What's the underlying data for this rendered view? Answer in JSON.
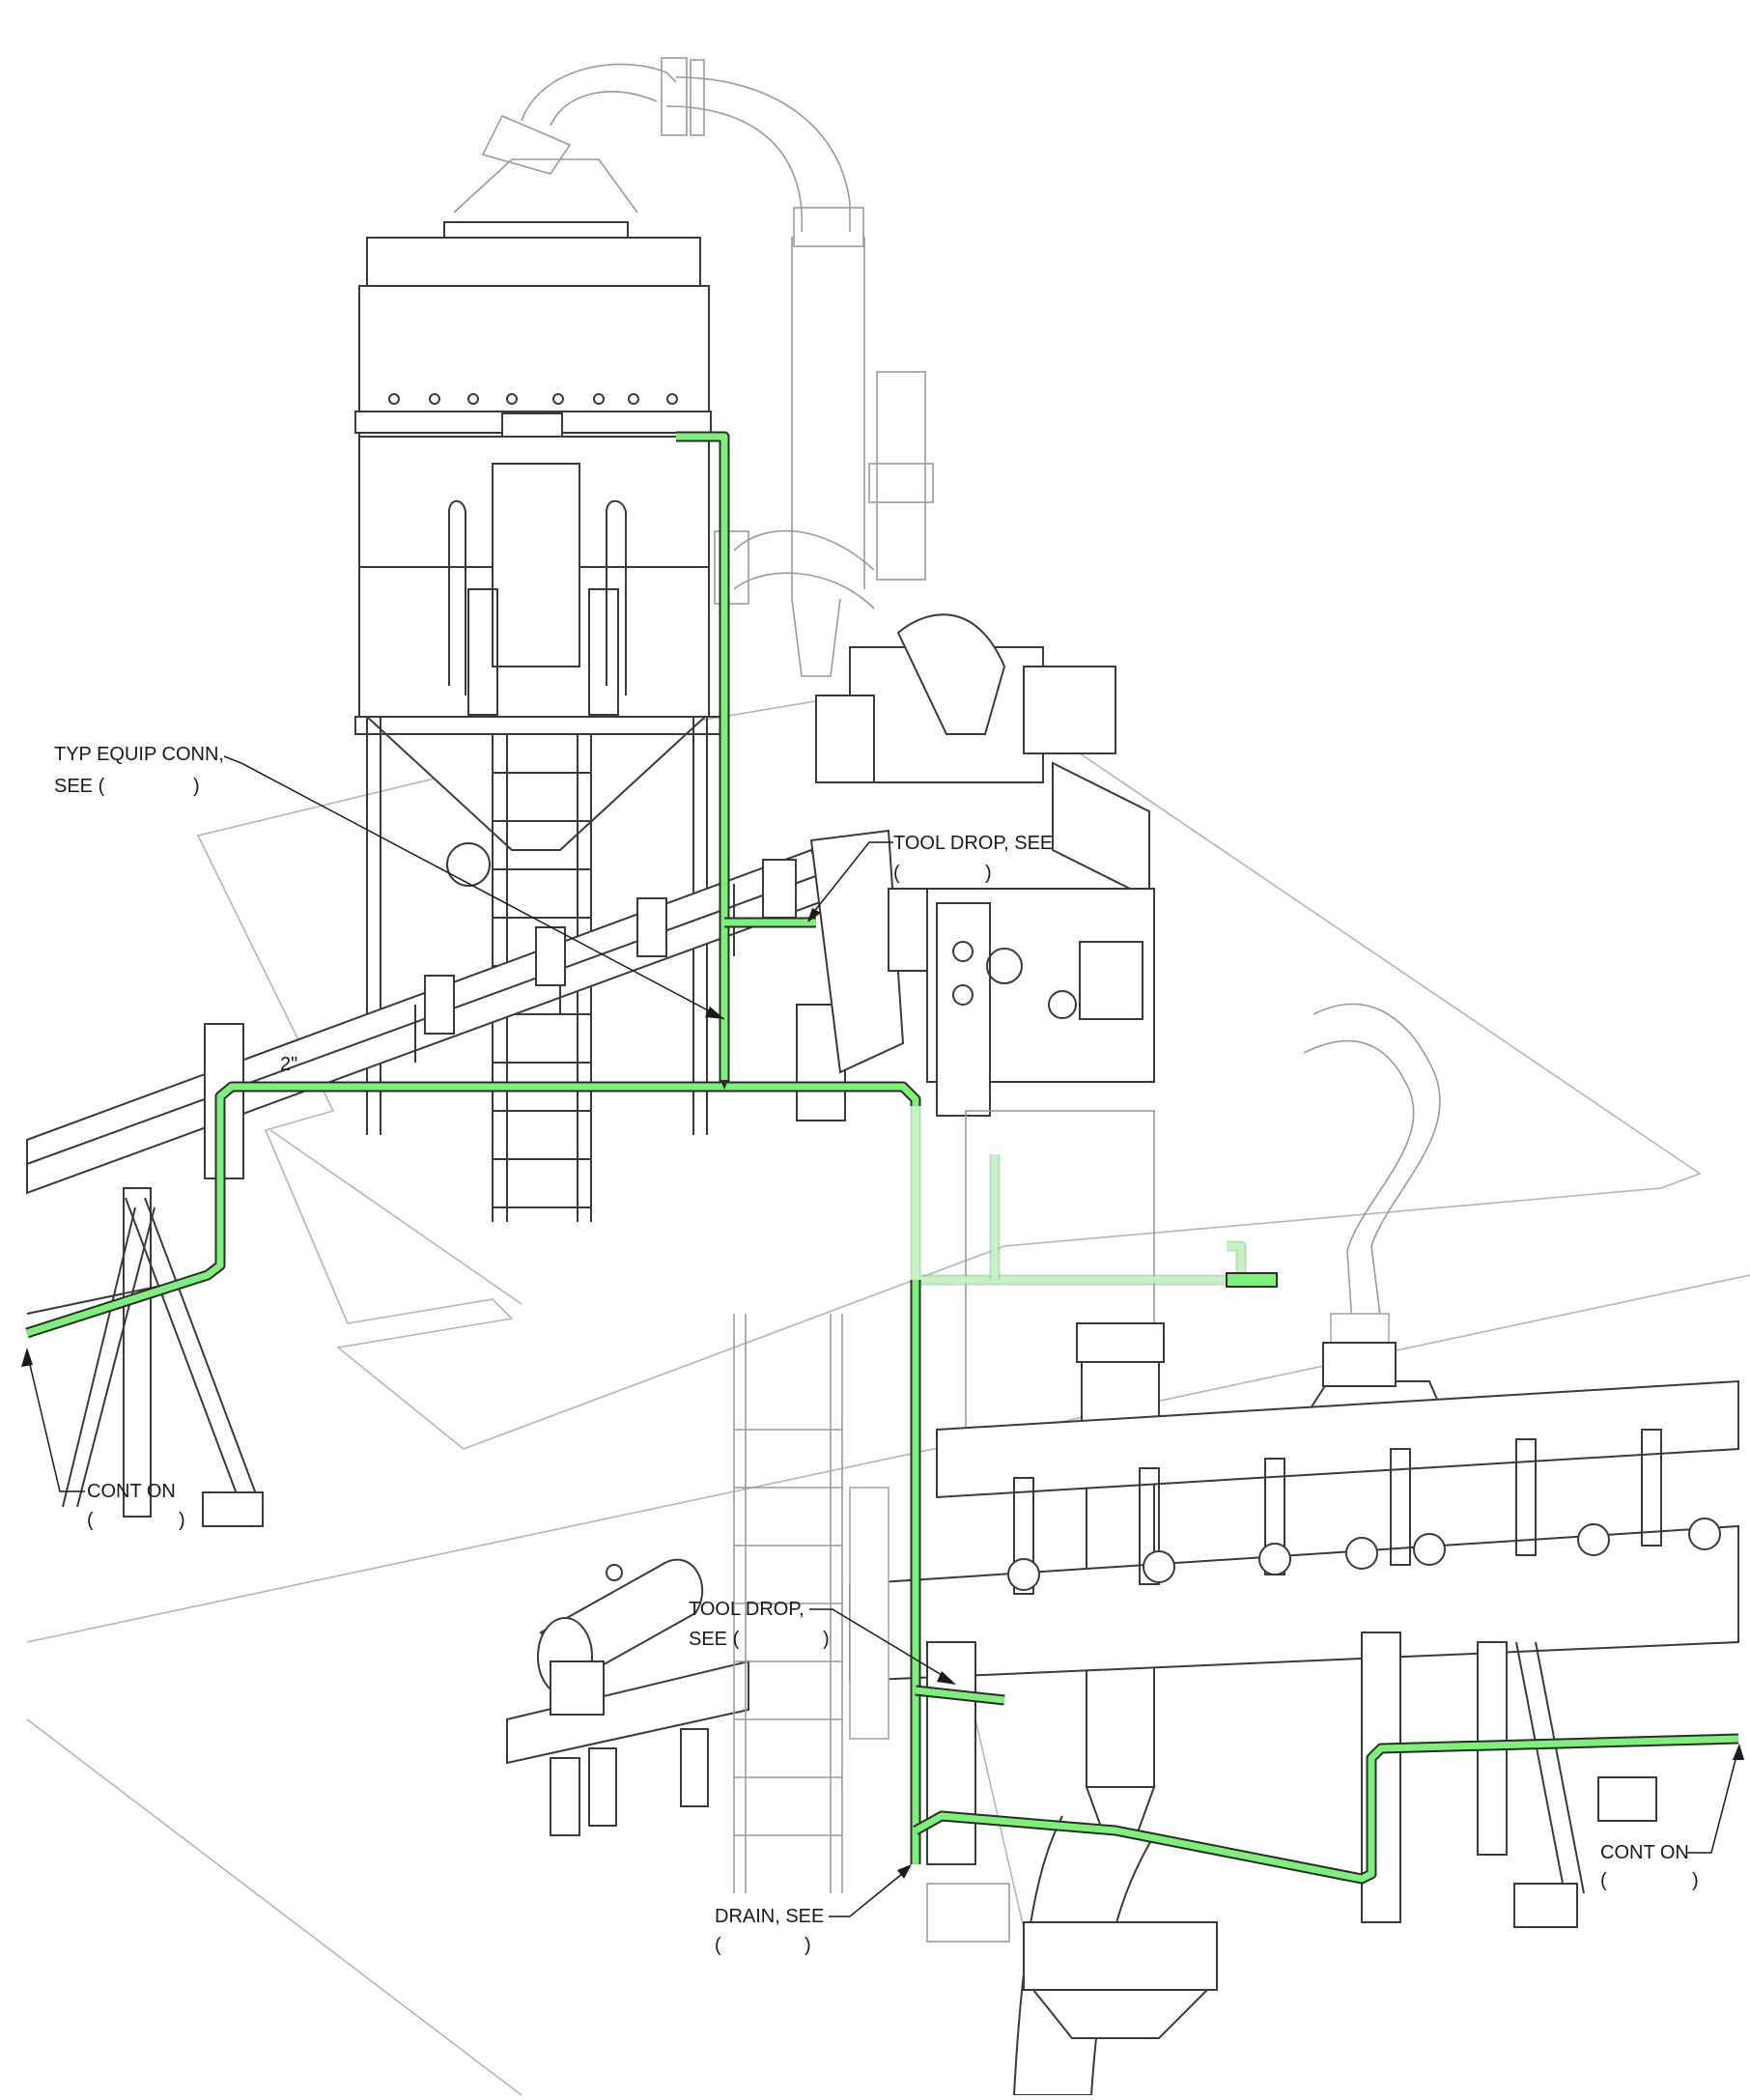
{
  "colors": {
    "pipe_highlight": "#7df07a",
    "pipe_outline": "#2c2c2c",
    "equipment_line": "#3a3a3a",
    "background_line": "#a8a8a8"
  },
  "callouts": {
    "typ_equip_conn": {
      "line1": "TYP EQUIP CONN,",
      "line2": "SEE (",
      "line2_close": ")"
    },
    "tool_drop_upper": {
      "line1": "TOOL DROP, SEE",
      "line2_open": "(",
      "line2_close": ")"
    },
    "pipe_size": {
      "text": "2\""
    },
    "cont_on_left": {
      "line1": "CONT ON",
      "line2_open": "(",
      "line2_close": ")"
    },
    "tool_drop_lower": {
      "line1": "TOOL DROP,",
      "line2": "SEE (",
      "line2_close": ")"
    },
    "drain": {
      "line1": "DRAIN, SEE",
      "line2_open": "(",
      "line2_close": ")"
    },
    "cont_on_right": {
      "line1": "CONT ON",
      "line2_open": "(",
      "line2_close": ")"
    }
  }
}
